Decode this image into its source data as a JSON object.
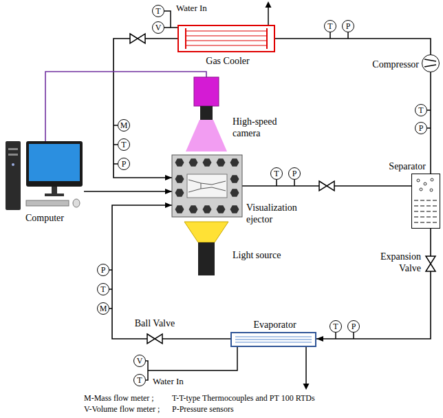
{
  "diagram": {
    "nodes": [
      {
        "text": [
          "T"
        ]
      },
      {
        "text": [
          "V"
        ]
      },
      {
        "text": [
          "Gas Cooler"
        ]
      },
      {
        "text": [
          "T"
        ]
      },
      {
        "text": [
          "P"
        ]
      },
      {
        "text": [
          "Compressor"
        ]
      },
      {
        "text": [
          "High-speed camera"
        ]
      },
      {
        "text": [
          "T"
        ]
      },
      {
        "text": [
          "P"
        ]
      },
      {
        "text": [
          "M"
        ]
      },
      {
        "text": [
          "T"
        ]
      },
      {
        "text": [
          "P"
        ]
      },
      {
        "text": [
          "Computer"
        ]
      },
      {
        "text": [
          "Visualization ejector"
        ]
      },
      {
        "text": [
          "Separator"
        ]
      },
      {
        "text": [
          "T"
        ]
      },
      {
        "text": [
          "P"
        ]
      },
      {
        "text": [
          "Light source"
        ]
      },
      {
        "text": [
          "Expansion Valve"
        ]
      },
      {
        "text": [
          "P"
        ]
      },
      {
        "text": [
          "T"
        ]
      },
      {
        "text": [
          "M"
        ]
      },
      {
        "text": [
          "T"
        ]
      },
      {
        "text": [
          "P"
        ]
      },
      {
        "text": [
          "Ball Valve"
        ]
      },
      {
        "text": [
          "Evaporator"
        ]
      },
      {
        "text": [
          "V"
        ]
      },
      {
        "text": [
          "T"
        ]
      }
    ],
    "edges": [
      {
        "from": 5,
        "to": 2,
        "arrow": "none"
      },
      {
        "from": 2,
        "to": 13,
        "arrow": "to"
      },
      {
        "from": 13,
        "to": 14,
        "arrow": "none"
      },
      {
        "from": 14,
        "to": 5,
        "arrow": "none"
      },
      {
        "from": 14,
        "to": 18,
        "arrow": "none"
      },
      {
        "from": 18,
        "to": 25,
        "arrow": "to"
      },
      {
        "from": 25,
        "to": 24,
        "arrow": "none"
      },
      {
        "from": 24,
        "to": 13,
        "arrow": "to"
      },
      {
        "from": 12,
        "to": 6,
        "arrow": "none"
      },
      {
        "from": 12,
        "to": 13,
        "arrow": "to"
      }
    ],
    "labels": [
      "Water In",
      "Water In",
      "M-Mass flow meter ;",
      "T-T-type Thermocouples and PT 100 RTDs",
      "V-Volume flow meter ;",
      "P-Pressure sensors"
    ]
  }
}
